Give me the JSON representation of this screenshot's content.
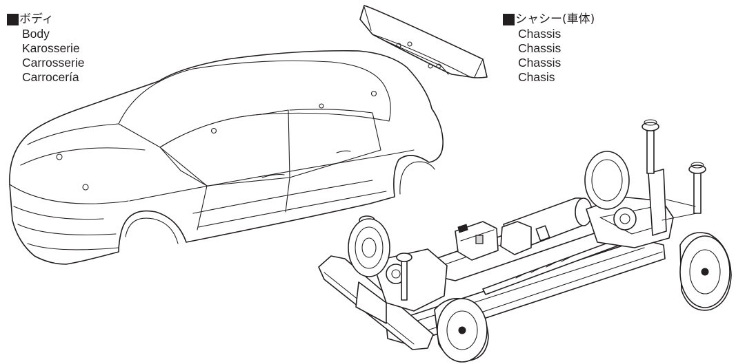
{
  "body_label": {
    "heading": "ボディ",
    "translations": [
      "Body",
      "Karosserie",
      "Carrosserie",
      "Carrocería"
    ]
  },
  "chassis_label": {
    "heading": "シャシー(車体)",
    "translations": [
      "Chassis",
      "Chassis",
      "Chassis",
      "Chasis"
    ]
  },
  "colors": {
    "line": "#231f20",
    "background": "#ffffff"
  }
}
